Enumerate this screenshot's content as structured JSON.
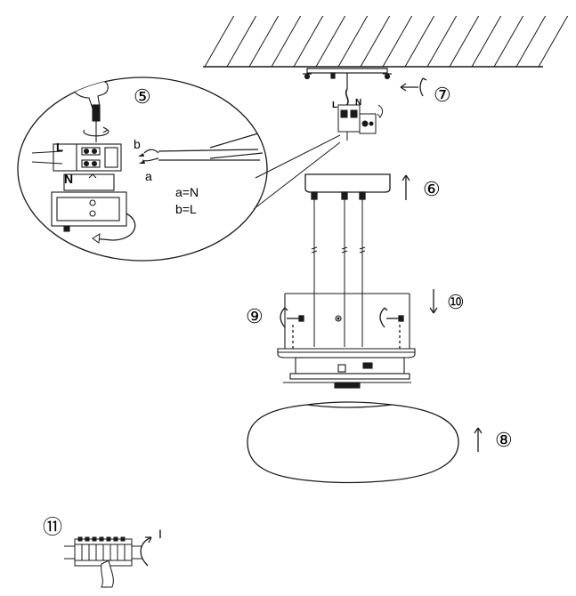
{
  "steps": {
    "s5": "⑤",
    "s6": "⑥",
    "s7": "⑦",
    "s8": "⑧",
    "s9": "⑨",
    "s10": "⑩",
    "s11": "⑪"
  },
  "wiring": {
    "label_a": "a",
    "label_b": "b",
    "label_L": "L",
    "label_N": "N",
    "legend_a": "a=N",
    "legend_b": "b=L"
  },
  "ceiling_block": {
    "label_L": "L",
    "label_N": "N"
  },
  "step11": {
    "arrow_label": "I"
  },
  "colors": {
    "line": "#1a1a1a",
    "fill": "#ffffff",
    "shade": "#dcdcdc"
  }
}
